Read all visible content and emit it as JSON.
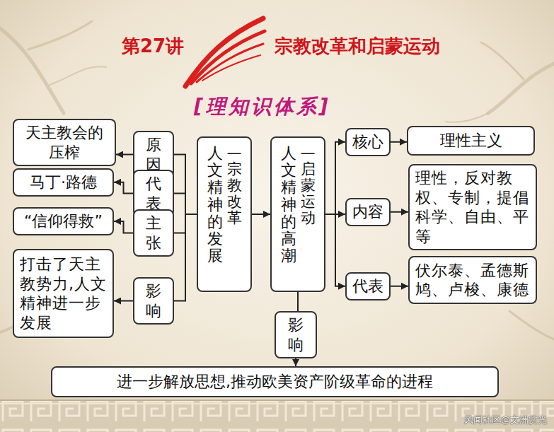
{
  "diagram": {
    "title": "宗教改革和启蒙运动",
    "nodes": [
      {
        "text": [
          "天主教会的压榨"
        ]
      },
      {
        "text": [
          "原因"
        ]
      },
      {
        "text": [
          "马丁·路德"
        ]
      },
      {
        "text": [
          "代表"
        ]
      },
      {
        "text": [
          "“信仰得救”"
        ]
      },
      {
        "text": [
          "主张"
        ]
      },
      {
        "text": [
          "打击了天主教势力,人文精神进一步发展"
        ]
      },
      {
        "text": [
          "影响"
        ]
      },
      {
        "text": [
          "人文精神的发展",
          "—宗教改革"
        ]
      },
      {
        "text": [
          "人文精神的高潮",
          "—启蒙运动"
        ]
      },
      {
        "text": [
          "核心"
        ]
      },
      {
        "text": [
          "理性主义"
        ]
      },
      {
        "text": [
          "内容"
        ]
      },
      {
        "text": [
          "理性，反对教权、专制，提倡科学、自由、平等"
        ]
      },
      {
        "text": [
          "代表"
        ]
      },
      {
        "text": [
          "伏尔泰、孟德斯鸠、卢梭、康德"
        ]
      },
      {
        "text": [
          "影响"
        ]
      },
      {
        "text": [
          "进一步解放思想,推动欧美资产阶级革命的进程"
        ]
      }
    ],
    "edges": [
      {
        "from": 1,
        "to": 0,
        "arrow": "to"
      },
      {
        "from": 3,
        "to": 2,
        "arrow": "to"
      },
      {
        "from": 5,
        "to": 4,
        "arrow": "to"
      },
      {
        "from": 7,
        "to": 6,
        "arrow": "to"
      },
      {
        "from": 8,
        "to": 1,
        "arrow": "none"
      },
      {
        "from": 8,
        "to": 3,
        "arrow": "none"
      },
      {
        "from": 8,
        "to": 5,
        "arrow": "none"
      },
      {
        "from": 8,
        "to": 7,
        "arrow": "none"
      },
      {
        "from": 8,
        "to": 9,
        "arrow": "to"
      },
      {
        "from": 9,
        "to": 10,
        "arrow": "to"
      },
      {
        "from": 9,
        "to": 12,
        "arrow": "to"
      },
      {
        "from": 9,
        "to": 14,
        "arrow": "to"
      },
      {
        "from": 10,
        "to": 11,
        "arrow": "to"
      },
      {
        "from": 12,
        "to": 13,
        "arrow": "to"
      },
      {
        "from": 14,
        "to": 15,
        "arrow": "to"
      },
      {
        "from": 9,
        "to": 16,
        "arrow": "none"
      },
      {
        "from": 16,
        "to": 17,
        "arrow": "to"
      }
    ],
    "labels": [
      "第27讲",
      "[理知识体系]",
      "风闻社区@文洲赏光"
    ]
  }
}
